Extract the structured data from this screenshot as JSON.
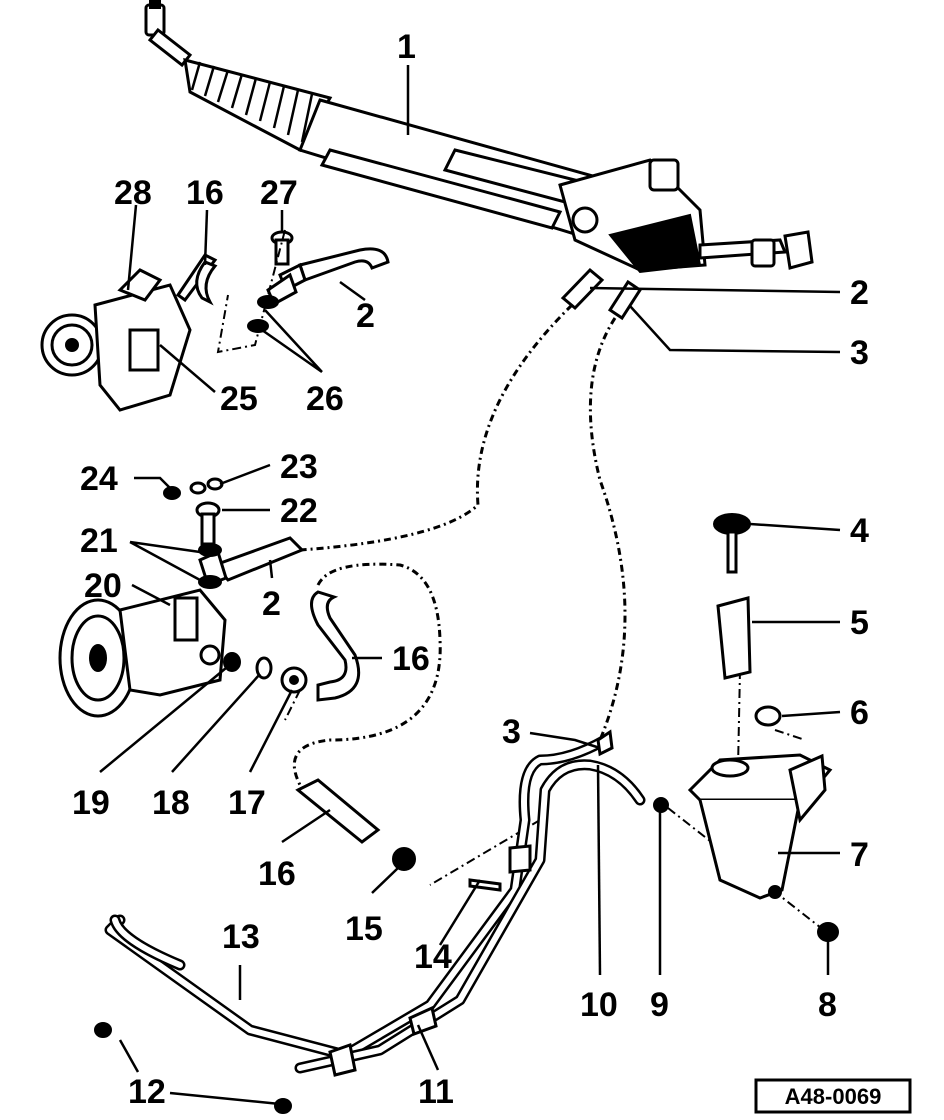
{
  "diagram": {
    "reference_code": "A48-0069",
    "callouts": [
      {
        "id": "c1",
        "text": "1"
      },
      {
        "id": "c2a",
        "text": "2"
      },
      {
        "id": "c2b",
        "text": "2"
      },
      {
        "id": "c2c",
        "text": "2"
      },
      {
        "id": "c3a",
        "text": "3"
      },
      {
        "id": "c3b",
        "text": "3"
      },
      {
        "id": "c4",
        "text": "4"
      },
      {
        "id": "c5",
        "text": "5"
      },
      {
        "id": "c6",
        "text": "6"
      },
      {
        "id": "c7",
        "text": "7"
      },
      {
        "id": "c8",
        "text": "8"
      },
      {
        "id": "c9",
        "text": "9"
      },
      {
        "id": "c10",
        "text": "10"
      },
      {
        "id": "c11",
        "text": "11"
      },
      {
        "id": "c12",
        "text": "12"
      },
      {
        "id": "c13",
        "text": "13"
      },
      {
        "id": "c14",
        "text": "14"
      },
      {
        "id": "c15",
        "text": "15"
      },
      {
        "id": "c16a",
        "text": "16"
      },
      {
        "id": "c16b",
        "text": "16"
      },
      {
        "id": "c16c",
        "text": "16"
      },
      {
        "id": "c17",
        "text": "17"
      },
      {
        "id": "c18",
        "text": "18"
      },
      {
        "id": "c19",
        "text": "19"
      },
      {
        "id": "c20",
        "text": "20"
      },
      {
        "id": "c21",
        "text": "21"
      },
      {
        "id": "c22",
        "text": "22"
      },
      {
        "id": "c23",
        "text": "23"
      },
      {
        "id": "c24",
        "text": "24"
      },
      {
        "id": "c25",
        "text": "25"
      },
      {
        "id": "c26",
        "text": "26"
      },
      {
        "id": "c27",
        "text": "27"
      },
      {
        "id": "c28",
        "text": "28"
      }
    ]
  }
}
